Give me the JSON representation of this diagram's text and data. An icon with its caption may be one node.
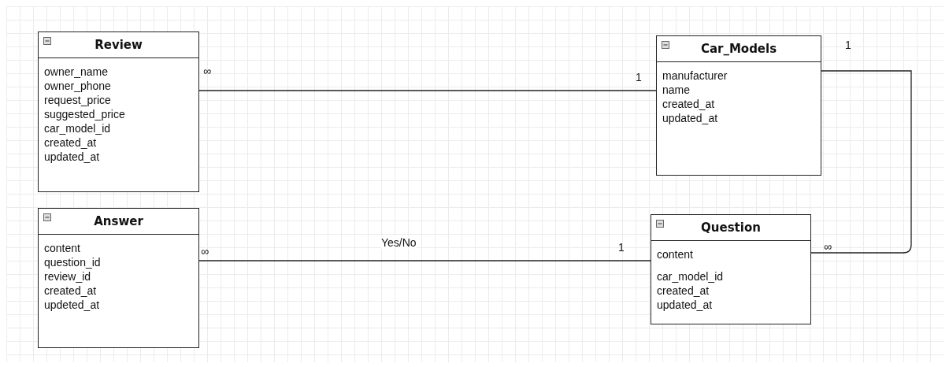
{
  "diagram": {
    "nodes": [
      {
        "text": [
          "Review",
          "owner_name",
          "owner_phone",
          "request_price",
          "suggested_price",
          "car_model_id",
          "created_at",
          "updated_at"
        ]
      },
      {
        "text": [
          "Car_Models",
          "manufacturer",
          "name",
          "created_at",
          "updated_at"
        ]
      },
      {
        "text": [
          "Answer",
          "content",
          "question_id",
          "review_id",
          "created_at",
          "updeted_at"
        ]
      },
      {
        "text": [
          "Question",
          "content",
          "car_model_id",
          "created_at",
          "updated_at"
        ]
      }
    ],
    "edges": [
      {
        "from": 0,
        "to": 1,
        "arrow": "none"
      },
      {
        "from": 1,
        "to": 3,
        "arrow": "none"
      },
      {
        "from": 2,
        "to": 3,
        "arrow": "none",
        "label": "Yes/No"
      }
    ],
    "labels": [
      "1",
      "∞",
      "1",
      "∞",
      "1",
      "∞"
    ]
  }
}
